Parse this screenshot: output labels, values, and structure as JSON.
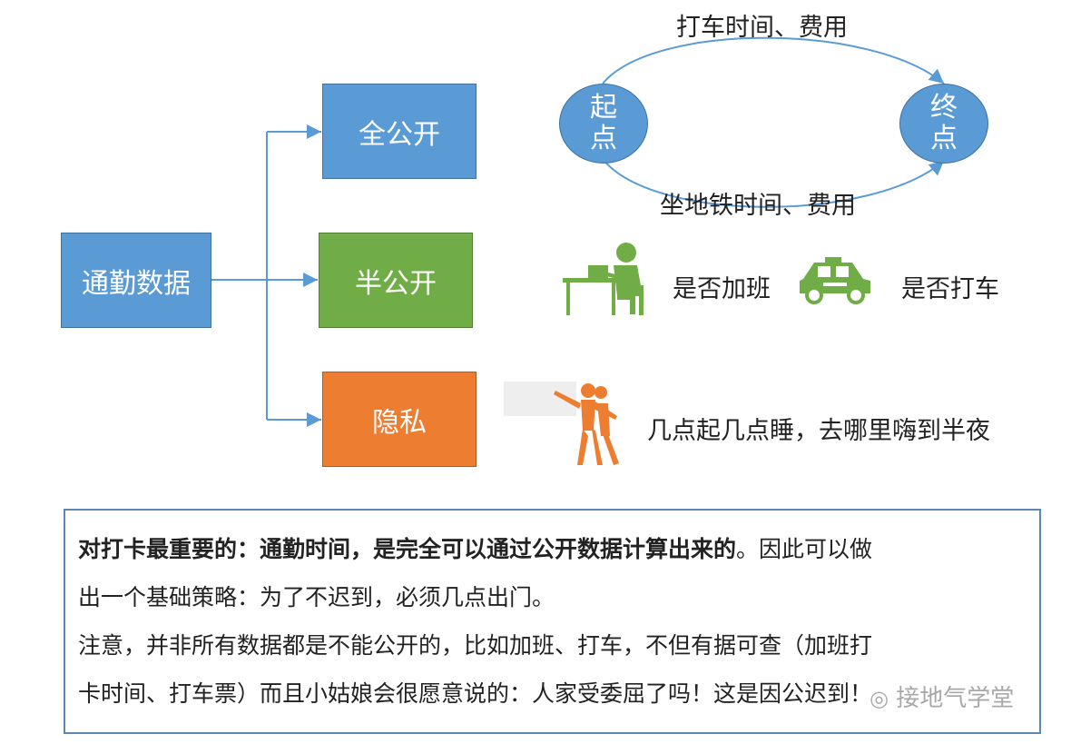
{
  "nodes": {
    "root": "通勤数据",
    "full_public": "全公开",
    "half_public": "半公开",
    "private": "隐私"
  },
  "route": {
    "start_line1": "起",
    "start_line2": "点",
    "end_line1": "终",
    "end_line2": "点",
    "taxi_label": "打车时间、费用",
    "subway_label": "坐地铁时间、费用"
  },
  "half_items": {
    "overtime": "是否加班",
    "taxi": "是否打车"
  },
  "private_items": {
    "schedule": "几点起几点睡，去哪里嗨到半夜"
  },
  "note": {
    "bold_part": "对打卡最重要的：通勤时间，是完全可以通过公开数据计算出来的",
    "line1_rest": "。因此可以做",
    "line2": "出一个基础策略：为了不迟到，必须几点出门。",
    "line3": "注意，并非所有数据都是不能公开的，比如加班、打车，不但有据可查（加班打",
    "line4": "卡时间、打车票）而且小姑娘会很愿意说的：人家受委屈了吗！这是因公迟到！"
  },
  "watermark": "接地气学堂",
  "colors": {
    "blue": "#5b9bd5",
    "green": "#70ad47",
    "orange": "#ed7d31",
    "connector": "#5b9bd5"
  },
  "icons": [
    "person-at-desk-icon",
    "taxi-icon",
    "dancing-people-icon",
    "wechat-icon"
  ]
}
